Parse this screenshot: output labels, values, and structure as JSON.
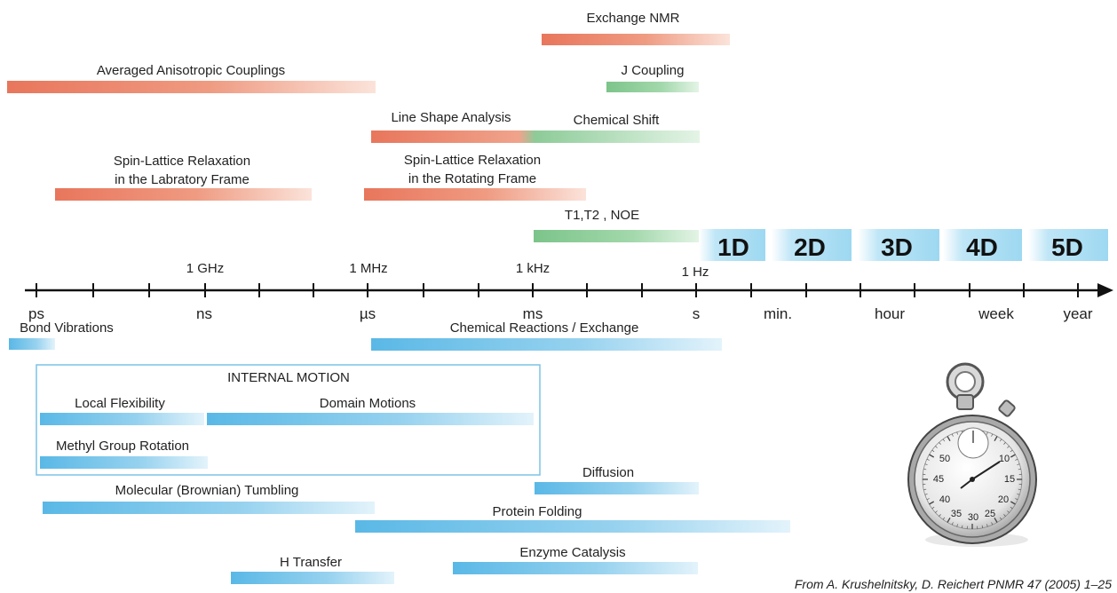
{
  "colors": {
    "red": "#e8765c",
    "green": "#7cc48a",
    "blue": "#5ab8e6",
    "dimension_box": "#bfe6f7",
    "axis": "#111111"
  },
  "axis": {
    "top_labels": [
      "1 GHz",
      "1 MHz",
      "1 kHz",
      "1 Hz"
    ],
    "bottom_labels": [
      "ps",
      "ns",
      "µs",
      "ms",
      "s",
      "min.",
      "hour",
      "week",
      "year"
    ]
  },
  "dimensions": [
    "1D",
    "2D",
    "3D",
    "4D",
    "5D"
  ],
  "nmr_methods": {
    "exchange_nmr": "Exchange NMR",
    "averaged_anisotropic": "Averaged Anisotropic Couplings",
    "j_coupling": "J Coupling",
    "line_shape": "Line Shape Analysis",
    "chemical_shift": "Chemical Shift",
    "spin_lattice_lab_1": "Spin-Lattice Relaxation",
    "spin_lattice_lab_2": "in the Labratory Frame",
    "spin_lattice_rot_1": "Spin-Lattice Relaxation",
    "spin_lattice_rot_2": "in the Rotating Frame",
    "t1t2_noe": "T1,T2 , NOE"
  },
  "processes": {
    "bond_vibrations": "Bond Vibrations",
    "chemical_reactions": "Chemical Reactions / Exchange",
    "internal_motion": "INTERNAL MOTION",
    "local_flexibility": "Local Flexibility",
    "domain_motions": "Domain Motions",
    "methyl_rotation": "Methyl Group Rotation",
    "diffusion": "Diffusion",
    "brownian_tumbling": "Molecular (Brownian) Tumbling",
    "protein_folding": "Protein Folding",
    "h_transfer": "H Transfer",
    "enzyme_catalysis": "Enzyme Catalysis"
  },
  "stopwatch": {
    "dial_numbers": [
      "50",
      "10",
      "45",
      "15",
      "40",
      "20",
      "35",
      "30",
      "25"
    ]
  },
  "citation": "From A. Krushelnitsky, D. Reichert PNMR  47 (2005) 1–25"
}
